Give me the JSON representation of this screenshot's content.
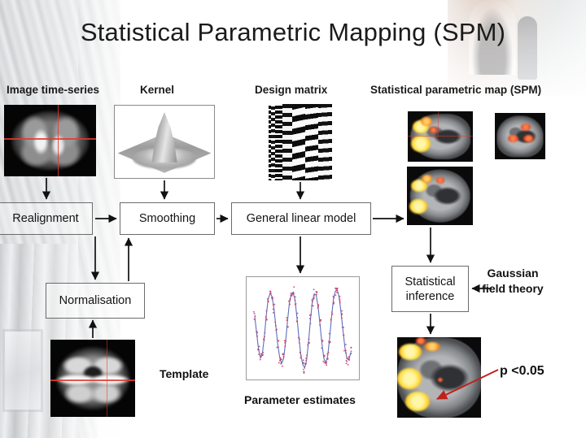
{
  "slide": {
    "title": "Statistical Parametric Mapping (SPM)"
  },
  "captions": {
    "image_time_series": "Image time-series",
    "kernel": "Kernel",
    "design_matrix": "Design matrix",
    "spm": "Statistical parametric map (SPM)"
  },
  "boxes": {
    "realignment": "Realignment",
    "smoothing": "Smoothing",
    "general_linear_model": "General linear model",
    "normalisation": "Normalisation",
    "statistical_inference": "Statistical\ninference",
    "statistical_inference_line1": "Statistical",
    "statistical_inference_line2": "inference"
  },
  "labels": {
    "template": "Template",
    "parameter_estimates": "Parameter estimates",
    "gaussian_field_theory_line1": "Gaussian",
    "gaussian_field_theory_line2": "field theory",
    "p_value": "p <0.05"
  },
  "colors": {
    "text": "#141414",
    "box_border": "#6b6b6b",
    "arrow": "#111111",
    "crosshair": "#e23a2e",
    "annotation_arrow": "#c0201a",
    "activation_hot": "#ffdf3d",
    "activation_warm": "#ff8a18",
    "plot_fit_line": "#5b6fbe",
    "plot_points": "#c9406a"
  },
  "chart_data": {
    "type": "line",
    "title": "Parameter estimates",
    "xlabel": "",
    "ylabel": "",
    "xlim": [
      0,
      100
    ],
    "ylim": [
      -1.25,
      1.25
    ],
    "grid": false,
    "legend": "none",
    "series": [
      {
        "name": "fitted response",
        "style": "line",
        "color": "#5b6fbe",
        "x": [
          0,
          2,
          4,
          6,
          8,
          10,
          12,
          14,
          16,
          18,
          20,
          22,
          24,
          26,
          28,
          30,
          32,
          34,
          36,
          38,
          40,
          42,
          44,
          46,
          48,
          50,
          52,
          54,
          56,
          58,
          60,
          62,
          64,
          66,
          68,
          70,
          72,
          74,
          76,
          78,
          80,
          82,
          84,
          86,
          88,
          90,
          92,
          94,
          96,
          98,
          100
        ],
        "y": [
          0.35,
          -0.15,
          -0.62,
          -0.86,
          -0.72,
          -0.25,
          0.38,
          0.85,
          1.02,
          0.92,
          0.58,
          0.05,
          -0.48,
          -0.85,
          -1.02,
          -0.88,
          -0.44,
          0.18,
          0.72,
          0.98,
          1.05,
          0.8,
          0.3,
          -0.28,
          -0.78,
          -1.05,
          -1.15,
          -0.92,
          -0.4,
          0.25,
          0.78,
          1.0,
          0.96,
          0.62,
          0.1,
          -0.45,
          -0.88,
          -1.0,
          -0.8,
          -0.28,
          0.35,
          0.86,
          1.08,
          1.12,
          0.88,
          0.42,
          -0.1,
          -0.58,
          -0.88,
          -0.92,
          -0.7
        ]
      },
      {
        "name": "observed data",
        "style": "scatter",
        "color": "#c9406a",
        "note": "noisy samples scattered about the fitted sinusoid"
      }
    ],
    "description": "Four cycles of a sinusoidal fitted response (blue line) with scattered red observed data points, drawn in a thin grey axes box."
  },
  "flow": {
    "edges": [
      {
        "from": "image_time_series",
        "to": "realignment"
      },
      {
        "from": "realignment",
        "to": "smoothing"
      },
      {
        "from": "realignment",
        "to": "normalisation"
      },
      {
        "from": "normalisation",
        "to": "smoothing"
      },
      {
        "from": "template",
        "to": "normalisation"
      },
      {
        "from": "kernel",
        "to": "smoothing"
      },
      {
        "from": "smoothing",
        "to": "general_linear_model"
      },
      {
        "from": "design_matrix",
        "to": "general_linear_model"
      },
      {
        "from": "general_linear_model",
        "to": "spm_map"
      },
      {
        "from": "general_linear_model",
        "to": "parameter_estimates"
      },
      {
        "from": "spm_map",
        "to": "statistical_inference"
      },
      {
        "from": "gaussian_field_theory",
        "to": "statistical_inference"
      },
      {
        "from": "statistical_inference",
        "to": "result_map"
      }
    ]
  }
}
